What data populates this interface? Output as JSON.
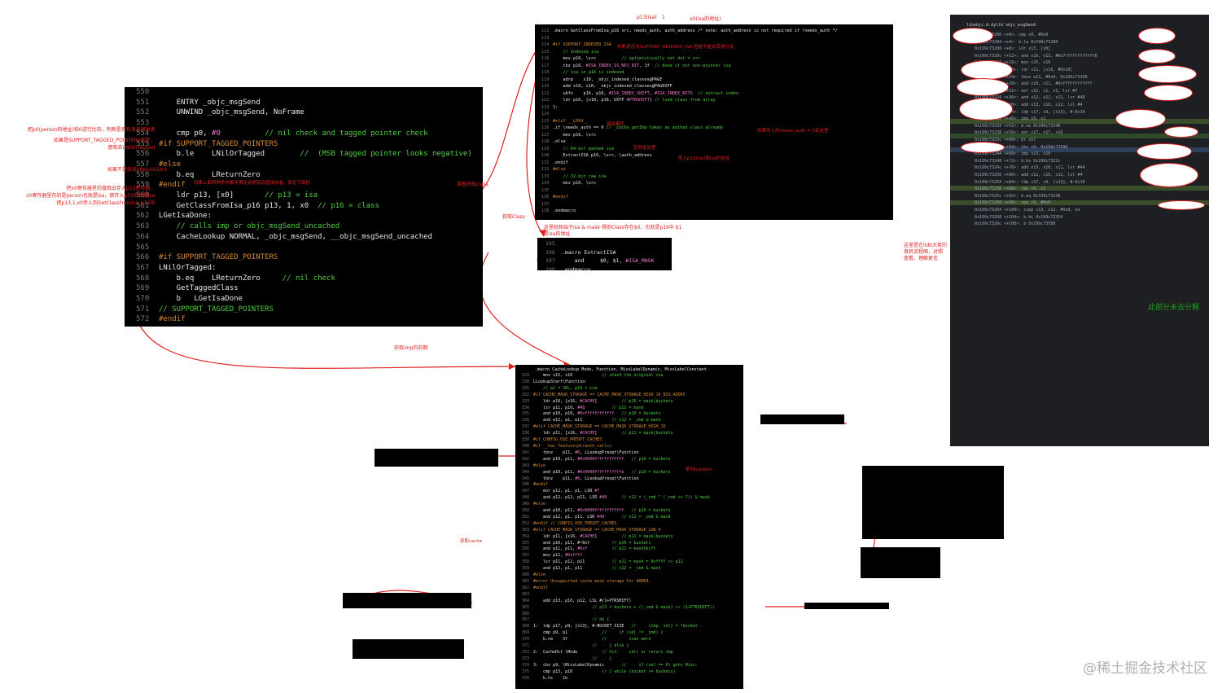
{
  "panel_main": {
    "lines": [
      {
        "n": "550",
        "t": ""
      },
      {
        "n": "551",
        "t": "    ENTRY _objc_msgSend"
      },
      {
        "n": "552",
        "t": "    UNWIND _objc_msgSend, NoFrame"
      },
      {
        "n": "553",
        "t": ""
      },
      {
        "n": "554",
        "t": "    cmp p0, #0          // nil check and tagged pointer check"
      },
      {
        "n": "555",
        "t": "#if SUPPORT_TAGGED_POINTERS"
      },
      {
        "n": "556",
        "t": "    b.le    LNilOrTagged        //  (MSB tagged pointer looks negative)"
      },
      {
        "n": "557",
        "t": "#else"
      },
      {
        "n": "558",
        "t": "    b.eq    LReturnZero"
      },
      {
        "n": "559",
        "t": "#endif"
      },
      {
        "n": "560",
        "t": "    ldr p13, [x0]       // p13 = isa"
      },
      {
        "n": "561",
        "t": "    GetClassFromIsa_p16 p13, 1, x0  // p16 = class"
      },
      {
        "n": "562",
        "t": "LGetIsaDone:"
      },
      {
        "n": "563",
        "t": "    // calls imp or objc_msgSend_uncached"
      },
      {
        "n": "564",
        "t": "    CacheLookup NORMAL, _objc_msgSend, __objc_msgSend_uncached"
      },
      {
        "n": "565",
        "t": ""
      },
      {
        "n": "566",
        "t": "#if SUPPORT_TAGGED_POINTERS"
      },
      {
        "n": "567",
        "t": "LNilOrTagged:"
      },
      {
        "n": "568",
        "t": "    b.eq    LReturnZero     // nil check"
      },
      {
        "n": "569",
        "t": "    GetTaggedClass"
      },
      {
        "n": "570",
        "t": "    b   LGetIsaDone"
      },
      {
        "n": "571",
        "t": "// SUPPORT_TAGGED_POINTERS"
      },
      {
        "n": "572",
        "t": "#endif"
      }
    ]
  },
  "panel_getclass": {
    "lines": [
      {
        "n": "112",
        "t": ".macro GetClassFromIsa_p16 src, needs_auth, auth_address /* note: auth_address is not required if !needs_auth */"
      },
      {
        "n": "113",
        "t": ""
      },
      {
        "n": "114",
        "t": "#if SUPPORT_INDEXED_ISA"
      },
      {
        "n": "115",
        "t": "    // Indexed isa"
      },
      {
        "n": "116",
        "t": "    mov p16, \\src          // optimistically set dst = src"
      },
      {
        "n": "117",
        "t": "    tbz p16, #ISA_INDEX_IS_NPI_BIT, 1f  // done if not non-pointer isa"
      },
      {
        "n": "118",
        "t": "    // isa in p16 is indexed"
      },
      {
        "n": "119",
        "t": "    adrp    x10, _objc_indexed_classes@PAGE"
      },
      {
        "n": "120",
        "t": "    add x10, x10, _objc_indexed_classes@PAGEOFF"
      },
      {
        "n": "121",
        "t": "    ubfx    p16, p16, #ISA_INDEX_SHIFT, #ISA_INDEX_BITS  // extract index"
      },
      {
        "n": "122",
        "t": "    ldr p16, [x10, p16, UXTP #PTRSHIFT] // load class from array"
      },
      {
        "n": "123",
        "t": "1:"
      },
      {
        "n": "124",
        "t": ""
      },
      {
        "n": "125",
        "t": "#elif __LP64__"
      },
      {
        "n": "126",
        "t": ".if \\needs_auth == 0 // _cache_getImp takes an authed class already"
      },
      {
        "n": "127",
        "t": "    mov p16, \\src"
      },
      {
        "n": "128",
        "t": ".else"
      },
      {
        "n": "129",
        "t": "    // 64-bit packed isa"
      },
      {
        "n": "130",
        "t": "    ExtractISA p16, \\src, \\auth_address"
      },
      {
        "n": "131",
        "t": ".endif"
      },
      {
        "n": "132",
        "t": "#else"
      },
      {
        "n": "133",
        "t": "    // 32-bit raw isa"
      },
      {
        "n": "134",
        "t": "    mov p16, \\src"
      },
      {
        "n": "135",
        "t": ""
      },
      {
        "n": "136",
        "t": "#endif"
      },
      {
        "n": "137",
        "t": ""
      },
      {
        "n": "138",
        "t": ".endmacro"
      }
    ]
  },
  "panel_extract": {
    "lines": [
      {
        "n": "195",
        "t": ""
      },
      {
        "n": "196",
        "t": ".macro ExtractISA"
      },
      {
        "n": "197",
        "t": "    and     $0, $1, #ISA_MASK"
      },
      {
        "n": "198",
        "t": ".endmacro"
      }
    ]
  },
  "panel_cache": {
    "header": ".macro CacheLookup Mode, Function, MissLabelDynamic, MissLabelConstant",
    "lines": [
      {
        "n": "329",
        "t": "    mov x15, x16            // stash the original isa"
      },
      {
        "n": "330",
        "t": "LLookupStart\\Function:"
      },
      {
        "n": "331",
        "t": "    // p1 = SEL, p16 = isa"
      },
      {
        "n": "332",
        "t": "#if CACHE_MASK_STORAGE == CACHE_MASK_STORAGE_HIGH_16_BIG_ADDRS"
      },
      {
        "n": "333",
        "t": "    ldr p10, [x16, #CACHE]          // p10 = mask|buckets"
      },
      {
        "n": "334",
        "t": "    lsr p11, p10, #48           // p11 = mask"
      },
      {
        "n": "335",
        "t": "    and p10, p10, #0xffffffffffff   // p10 = buckets"
      },
      {
        "n": "336",
        "t": "    and w12, w1, w11            // x12 = _cmd & mask"
      },
      {
        "n": "337",
        "t": "#elif CACHE_MASK_STORAGE == CACHE_MASK_STORAGE_HIGH_16"
      },
      {
        "n": "338",
        "t": "    ldr p11, [x16, #CACHE]          // p11 = mask|buckets"
      },
      {
        "n": "339",
        "t": "#if CONFIG_USE_PREOPT_CACHES"
      },
      {
        "n": "340",
        "t": "#if __has_feature(ptrauth_calls)"
      },
      {
        "n": "341",
        "t": "    tbnz    p11, #0, LLookupPreopt\\Function"
      },
      {
        "n": "342",
        "t": "    and p10, p11, #0x0000ffffffffffff   // p10 = buckets"
      },
      {
        "n": "343",
        "t": "#else"
      },
      {
        "n": "344",
        "t": "    and p10, p11, #0x0000fffffffffffe   // p10 = buckets"
      },
      {
        "n": "345",
        "t": "    tbnz    p11, #0, LLookupPreopt\\Function"
      },
      {
        "n": "346",
        "t": "#endif"
      },
      {
        "n": "347",
        "t": "    eor p12, p1, p1, LSR #7"
      },
      {
        "n": "348",
        "t": "    and p12, p12, p11, LSR #48      // x12 = (_cmd ^ (_cmd >> 7)) & mask"
      },
      {
        "n": "349",
        "t": "#else"
      },
      {
        "n": "350",
        "t": "    and p10, p11, #0x0000ffffffffffff   // p10 = buckets"
      },
      {
        "n": "351",
        "t": "    and p12, p1, p11, LSR #48       // x12 = _cmd & mask"
      },
      {
        "n": "352",
        "t": "#endif // CONFIG_USE_PREOPT_CACHES"
      },
      {
        "n": "353",
        "t": "#elif CACHE_MASK_STORAGE == CACHE_MASK_STORAGE_LOW_4"
      },
      {
        "n": "354",
        "t": "    ldr p11, [x16, #CACHE]          // p11 = mask|buckets"
      },
      {
        "n": "355",
        "t": "    and p10, p11, #~0xf         // p10 = buckets"
      },
      {
        "n": "356",
        "t": "    and p11, p11, #0xf          // p11 = maskShift"
      },
      {
        "n": "357",
        "t": "    mov p12, #0xffff"
      },
      {
        "n": "358",
        "t": "    lsr p11, p12, p11           // p11 = mask = 0xffff >> p11"
      },
      {
        "n": "359",
        "t": "    and p12, p1, p11            // x12 = _cmd & mask"
      },
      {
        "n": "360",
        "t": "#else"
      },
      {
        "n": "361",
        "t": "#error Unsupported cache mask storage for ARM64."
      },
      {
        "n": "362",
        "t": "#endif"
      },
      {
        "n": "363",
        "t": ""
      },
      {
        "n": "364",
        "t": "    add p13, p10, p12, LSL #(1+PTRSHIFT)"
      },
      {
        "n": "365",
        "t": "                        // p13 = buckets + ((_cmd & mask) << (1+PTRSHIFT))"
      },
      {
        "n": "366",
        "t": ""
      },
      {
        "n": "367",
        "t": "                        // do {"
      },
      {
        "n": "368",
        "t": "1:  ldp p17, p9, [x13], #-BUCKET_SIZE   //     {imp, sel} = *bucket--"
      },
      {
        "n": "369",
        "t": "    cmp p9, p1              //     if (sel != _cmd) {"
      },
      {
        "n": "370",
        "t": "    b.ne    3f              //         scan more"
      },
      {
        "n": "371",
        "t": "                        //     } else {"
      },
      {
        "n": "372",
        "t": "2:  CacheHit \\Mode          // hit:    call or return imp"
      },
      {
        "n": "373",
        "t": "                        //     }"
      },
      {
        "n": "374",
        "t": "3:  cbz p9, \\MissLabelDynamic       //     if (sel == 0) goto Miss;"
      },
      {
        "n": "375",
        "t": "    cmp p13, p10            // } while (bucket >= buckets)"
      },
      {
        "n": "376",
        "t": "    b.hs    1b"
      }
    ]
  },
  "annotations": {
    "top_label_1": "p13(isa)",
    "top_label_2": "1",
    "top_label_3": "x0(isa的地址)",
    "a_cmp": "把p0(person的地址)和0进行比较，判断是否有消息接收者",
    "a_tagged": "如果是SUPPORT_TAGGED_POINTERS类型，\n那就去LNilOrTagged",
    "a_zero": "如果不是就去LReturnZero",
    "a_ldr": "把x0寄存器里的值取出存入p13寄存器，\nx0寄存器里存的是person也就是isa，那存入p13的就是isa\n把p13,1,x0传入到GetClassFromIsa_p16中",
    "a_endif": "如果上面两种条件都不满足说明有消息接收者，就走下面的",
    "a_prepare": "准备获取class",
    "a_getclass": "获取Class",
    "a_getimp": "获取imp的前期",
    "a_indexed": "判断是否为SUPPORT_INDEXED_ISA,但是不是去其他分支",
    "a_real": "真机模式",
    "a_needs_auth": "如果传入的needs_auth = 0走这里",
    "a_else": "否则走这里",
    "a_extract": "传入p13(isa)和isa的地址",
    "a_mask": "这里就相当于isa & mask 得到Class存在$0，也就是p16中   $1是isa的地址",
    "a_flow": "这里是在lldb大佬的\n真机流程图，对照\n查看，理解更佳",
    "a_split": "此部分未去分解",
    "a_cache": "获取cache",
    "a_buckets": "拿到buckets"
  },
  "sidebar": {
    "title": "libobjc.A.dylib`objc_msgSend:",
    "rows": [
      "0x199c73200 <+0>:  cmp  x0, #0x0",
      "0x199c73204 <+4>:  b.le 0x199c73280",
      "0x199c73208 <+8>:  ldr  x13, [x0]",
      "0x199c7320c <+12>: and  x16, x13, #0x7ffffffffffff8",
      "0x199c73210 <+16>: mov  x15, x16",
      "0x199c73214 <+20>: ldr  x11, [x16, #0x10]",
      "0x199c73218 <+24>: tbnz w11, #0x0, 0x199c73260",
      "0x199c7321c <+28>: and  x10, x11, #0xffffffffffff",
      "0x199c73220 <+32>: eor  x12, x1, x1, lsr #7",
      "0x199c73224 <+36>: and  x12, x12, x11, lsr #48",
      "0x199c73228 <+40>: add  x13, x10, x12, lsl #4",
      "0x199c7322c <+44>: ldp  x17, x9, [x13], #-0x10",
      "0x199c73230 <+48>: cmp  x9, x1",
      "0x199c73234 <+52>: b.ne 0x199c73240",
      "0x199c73238 <+56>: eor  x17, x17, x16",
      "0x199c7323c <+60>: br   x17",
      "0x199c73240 <+64>: cbz  x9, 0x199c73580",
      "0x199c73244 <+68>: cmp  x13, x10",
      "0x199c73248 <+72>: b.hs 0x199c7322c",
      "0x199c7324c <+76>: add  x13, x10, x11, lsr #44",
      "0x199c73250 <+80>: add  x12, x10, x12, lsl #4",
      "0x199c73254 <+84>: ldp  x17, x9, [x13], #-0x10",
      "0x199c73258 <+88>: cmp  x9, x1",
      "0x199c7325c <+92>: b.eq 0x199c73238",
      "0x199c73260 <+96>: cmp  x9, #0x0",
      "0x199c73264 <+100>: ccmp x13, x12, #0x0, ne",
      "0x199c73268 <+104>: b.hi 0x199c73254",
      "0x199c7326c <+108>: b    0x199c73580"
    ]
  },
  "watermark": "@稀土掘金技术社区",
  "colors": {
    "red": "#e02020",
    "green": "#4fcf3f",
    "pink": "#f47ad0",
    "orange": "#d88c3a",
    "gray": "#7a7a7a"
  }
}
